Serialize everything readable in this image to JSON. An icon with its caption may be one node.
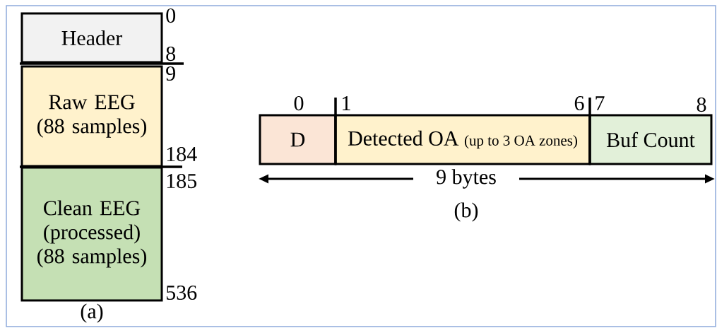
{
  "diagram": {
    "nodes": [
      {
        "text": [
          "Header"
        ]
      },
      {
        "text": [
          "Raw EEG (88 samples)"
        ]
      },
      {
        "text": [
          "Clean EEG (processed) (88 samples)"
        ]
      },
      {
        "text": [
          "D"
        ]
      },
      {
        "text": [
          "Detected OA",
          "(up to 3 OA zones)"
        ]
      },
      {
        "text": [
          "Buf Count"
        ]
      }
    ],
    "edges": [],
    "labels": [
      "0",
      "8",
      "9",
      "184",
      "185",
      "536",
      "(a)",
      "0",
      "1",
      "6",
      "7",
      "8",
      "9 bytes",
      "(b)"
    ]
  }
}
